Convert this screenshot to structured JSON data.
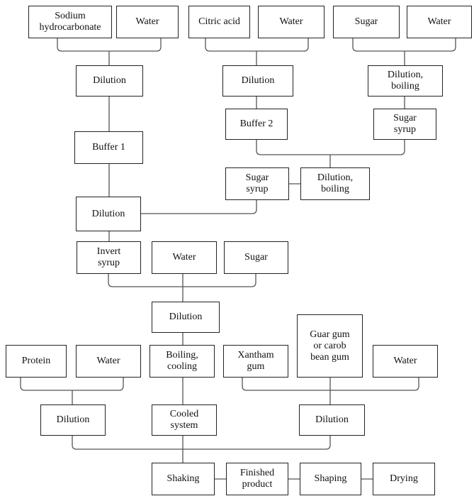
{
  "diagram": {
    "type": "process-flowchart",
    "nodes": {
      "sodium_hydrocarbonate": "Sodium\nhydrocarbonate",
      "water_1": "Water",
      "citric_acid": "Citric acid",
      "water_2": "Water",
      "sugar_1": "Sugar",
      "water_3": "Water",
      "dilution_1": "Dilution",
      "dilution_2": "Dilution",
      "dilution_boiling_1": "Dilution,\nboiling",
      "buffer_1": "Buffer 1",
      "buffer_2": "Buffer 2",
      "sugar_syrup_1": "Sugar\nsyrup",
      "sugar_syrup_2": "Sugar\nsyrup",
      "dilution_boiling_2": "Dilution,\nboiling",
      "dilution_3": "Dilution",
      "invert_syrup": "Invert\nsyrup",
      "water_4": "Water",
      "sugar_2": "Sugar",
      "dilution_4": "Dilution",
      "protein": "Protein",
      "water_5": "Water",
      "boiling_cooling": "Boiling,\ncooling",
      "xantham_gum": "Xantham\ngum",
      "guar_gum": "Guar gum\nor carob\nbean gum",
      "water_6": "Water",
      "dilution_5": "Dilution",
      "cooled_system": "Cooled\nsystem",
      "dilution_6": "Dilution",
      "shaking": "Shaking",
      "finished_product": "Finished\nproduct",
      "shaping": "Shaping",
      "drying": "Drying"
    },
    "edges": [
      [
        "sodium_hydrocarbonate+water_1",
        "dilution_1"
      ],
      [
        "citric_acid+water_2",
        "dilution_2"
      ],
      [
        "sugar_1+water_3",
        "dilution_boiling_1"
      ],
      [
        "dilution_1",
        "buffer_1"
      ],
      [
        "dilution_2",
        "buffer_2"
      ],
      [
        "dilution_boiling_1",
        "sugar_syrup_1"
      ],
      [
        "buffer_2+sugar_syrup_1",
        "dilution_boiling_2"
      ],
      [
        "dilution_boiling_2",
        "sugar_syrup_2"
      ],
      [
        "buffer_1",
        "dilution_3"
      ],
      [
        "sugar_syrup_2",
        "dilution_3"
      ],
      [
        "dilution_3",
        "invert_syrup"
      ],
      [
        "invert_syrup+water_4+sugar_2",
        "dilution_4"
      ],
      [
        "dilution_4",
        "boiling_cooling"
      ],
      [
        "protein+water_5",
        "dilution_5"
      ],
      [
        "xantham_gum+guar_gum+water_6",
        "dilution_6"
      ],
      [
        "boiling_cooling",
        "cooled_system"
      ],
      [
        "dilution_5+cooled_system+dilution_6",
        "shaking"
      ],
      [
        "shaking",
        "finished_product"
      ],
      [
        "finished_product",
        "shaping"
      ],
      [
        "shaping",
        "drying"
      ]
    ]
  }
}
